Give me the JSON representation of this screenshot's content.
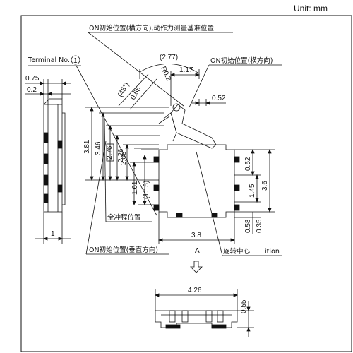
{
  "unit_label": "Unit: mm",
  "labels": {
    "on_initial_top": "ON初始位置(横方向),动作力测量基准位置",
    "terminal_no": "Terminal No.",
    "terminal_num": "1",
    "on_initial_right": "ON初始位置(横方向)",
    "full_stroke": "全冲程位置",
    "on_initial_vertical": "ON初始位置(垂直方向)",
    "rotation_center": "旋转中心",
    "rotation_center_suffix": "ition",
    "view_a": "A"
  },
  "dimensions": {
    "d_277": "(2.77)",
    "d_117": "1.17",
    "d_r02": "R0.2",
    "d_045": "(45°)",
    "d_065": "0.65",
    "d_052_top": "0.52",
    "d_075": "0.75",
    "d_02": "0.2",
    "d_381": "3.81",
    "d_346": "3.46",
    "d_276": "2.76",
    "d_226": "2.26",
    "d_206": "2.06",
    "d_161": "1.61",
    "d_115": "(1.15)",
    "d_052_right": "0.52",
    "d_145": "1.45",
    "d_36": "3.6",
    "d_058": "0.58",
    "d_035": "0.35",
    "d_38": "3.8",
    "d_1": "1",
    "d_426": "4.26",
    "d_055": "0.55"
  }
}
